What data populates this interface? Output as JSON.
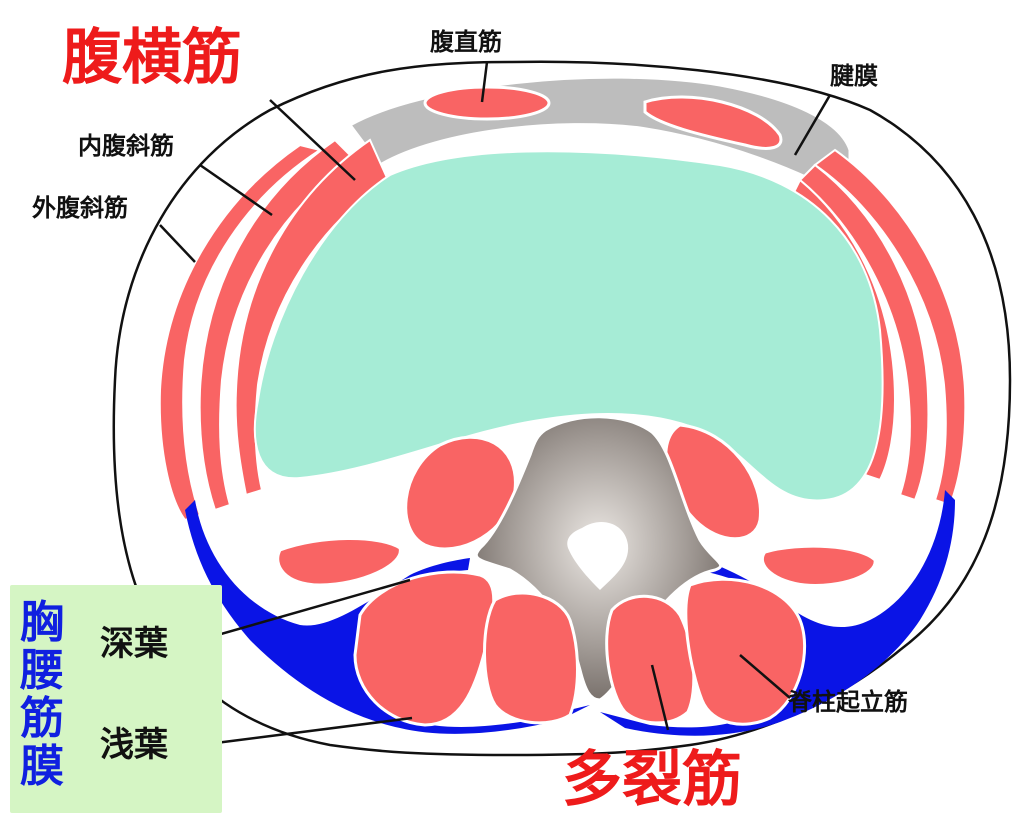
{
  "labels": {
    "transversus_abdominis": "腹横筋",
    "rectus_abdominis": "腹直筋",
    "aponeurosis": "腱膜",
    "internal_oblique": "内腹斜筋",
    "external_oblique": "外腹斜筋",
    "erector_spinae": "脊柱起立筋",
    "multifidus": "多裂筋",
    "thoracolumbar_fascia": "胸腰筋膜",
    "deep_layer": "深葉",
    "superficial_layer": "浅葉"
  },
  "colors": {
    "muscle": "#f96464",
    "fascia": "#0a14e6",
    "cavity": "#a6ecd6",
    "tendon": "#bdbdbd",
    "vertebra": "#8c8480",
    "highlight_text": "#ee1b1b",
    "fascia_text": "#1020e0",
    "box": "#d5f5c4"
  }
}
